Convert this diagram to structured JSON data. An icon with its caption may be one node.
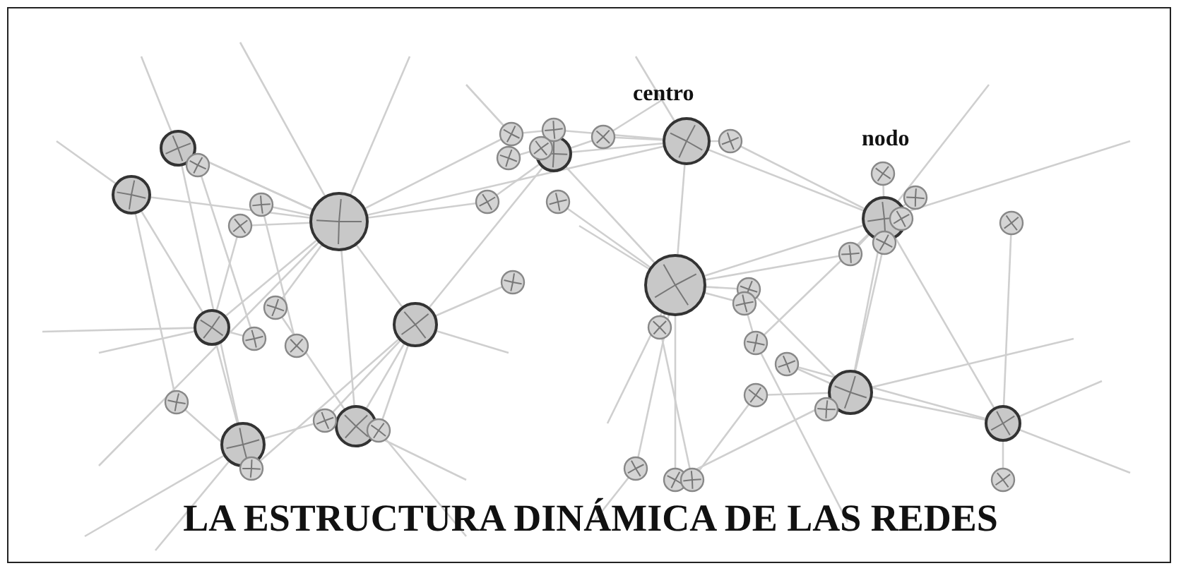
{
  "diagram": {
    "title": "LA ESTRUCTURA DINÁMICA DE LAS REDES",
    "labels": [
      "centro",
      "nodo"
    ]
  }
}
